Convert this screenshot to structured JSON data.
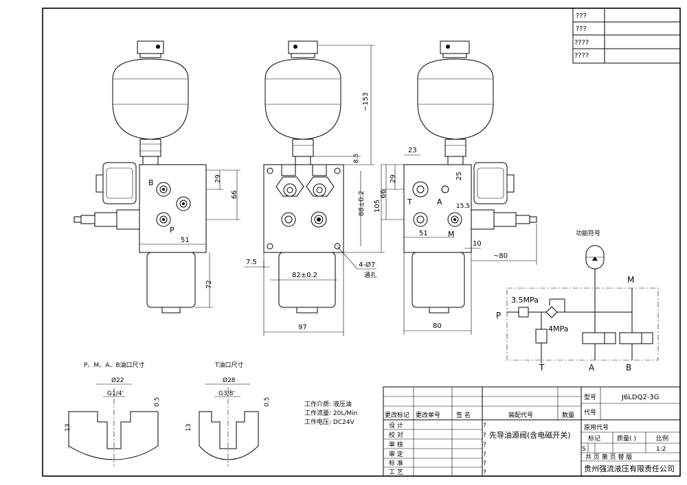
{
  "revision_box": [
    "???",
    "???",
    "????",
    "????"
  ],
  "dims": {
    "d153": "~153",
    "d8_5": "8.5",
    "d29a": "29",
    "d66a": "66",
    "d51a": "51",
    "d72": "72",
    "d105": "105",
    "d88": "88±0.2",
    "d7_5": "7.5",
    "d82": "82±0.2",
    "d97": "97",
    "holes": "4-Ø7",
    "holes_sub": "通孔",
    "d23": "23",
    "d29b": "29",
    "d66b": "66",
    "d25": "25",
    "d15_5": "15.5",
    "d51b": "51",
    "d10": "10",
    "d80a": "~80",
    "d80b": "80"
  },
  "ports": {
    "B": "B",
    "P": "P",
    "T": "T",
    "A": "A",
    "M": "M"
  },
  "port_details": {
    "left_title": "P、M、A、B油口尺寸",
    "left_dia": "Ø22",
    "left_thread": "G1/4'",
    "left_depth": "13",
    "left_chamfer": "0.5",
    "right_title": "T油口尺寸",
    "right_dia": "Ø28",
    "right_thread": "G3/8'",
    "right_depth": "13",
    "right_chamfer": "0.5"
  },
  "specs": [
    "工作介质: 液压油",
    "工作流量: 20L/Min",
    "工作电压: DC24V"
  ],
  "schematic": {
    "title": "功能符号",
    "pressure1": "3.5MPa",
    "pressure2": "4MPa",
    "P": "P",
    "T": "T",
    "A": "A",
    "B": "B",
    "M": "M"
  },
  "title_block": {
    "model_label": "型号",
    "model_value": "J6LDQ2-3G",
    "code_label": "代号",
    "used_label": "原用代号",
    "rev_headers": [
      "更改标记",
      "更改单号",
      "签 名",
      "",
      "装配代号",
      "数量"
    ],
    "roles": [
      "设 计",
      "校 对",
      "审 核",
      "审 定",
      "标 准",
      "工 艺"
    ],
    "product_name": "先导油源阀(含电磁开关)",
    "mark_label": "标记",
    "mass_label": "质量( )",
    "scale_label": "比例",
    "mark_value": "S",
    "scale_value": "1:2",
    "sheet_labels": "共 页 第 页 替 版",
    "company": "贵州强流液压有限责任公司",
    "q_marks": [
      "?",
      "?",
      "?",
      "?",
      "?",
      "?"
    ]
  }
}
